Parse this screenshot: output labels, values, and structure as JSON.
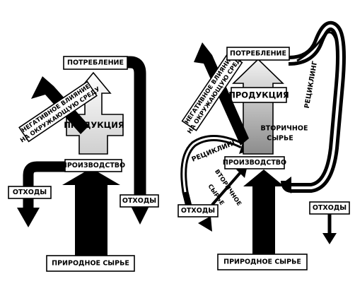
{
  "left": {
    "consumption": "ПОТРЕБЛЕНИЕ",
    "production": "ПРОИЗВОДСТВО",
    "products": "ПРОДУКЦИЯ",
    "raw": "ПРИРОДНОЕ СЫРЬЕ",
    "waste_left": "ОТХОДЫ",
    "waste_right": "ОТХОДЫ",
    "impact_line1": "НЕГАТИВНОЕ ВЛИЯНИЕ",
    "impact_line2": "НА ОКРУЖАЮЩУЮ СРЕДУ"
  },
  "right": {
    "consumption": "ПОТРЕБЛЕНИЕ",
    "production": "ПРОИЗВОДСТВО",
    "products": "ПРОДУКЦИЯ",
    "raw": "ПРИРОДНОЕ СЫРЬЕ",
    "waste_left": "ОТХОДЫ",
    "waste_right": "ОТХОДЫ",
    "impact_line1": "НЕГАТИВНОЕ ВЛИЯНИЕ",
    "impact_line2": "НА ОКРУЖАЮЩУЮ СРЕДУ",
    "recycling_top": "РЕЦИКЛИНГ",
    "recycling_left": "РЕЦИКЛИНГ",
    "secondary_line1": "ВТОРИЧНОЕ",
    "secondary_line2": "СЫРЬЕ",
    "secondary_diag_line1": "ВТОРИЧНОЕ",
    "secondary_diag_line2": "СЫРЬЕ"
  }
}
